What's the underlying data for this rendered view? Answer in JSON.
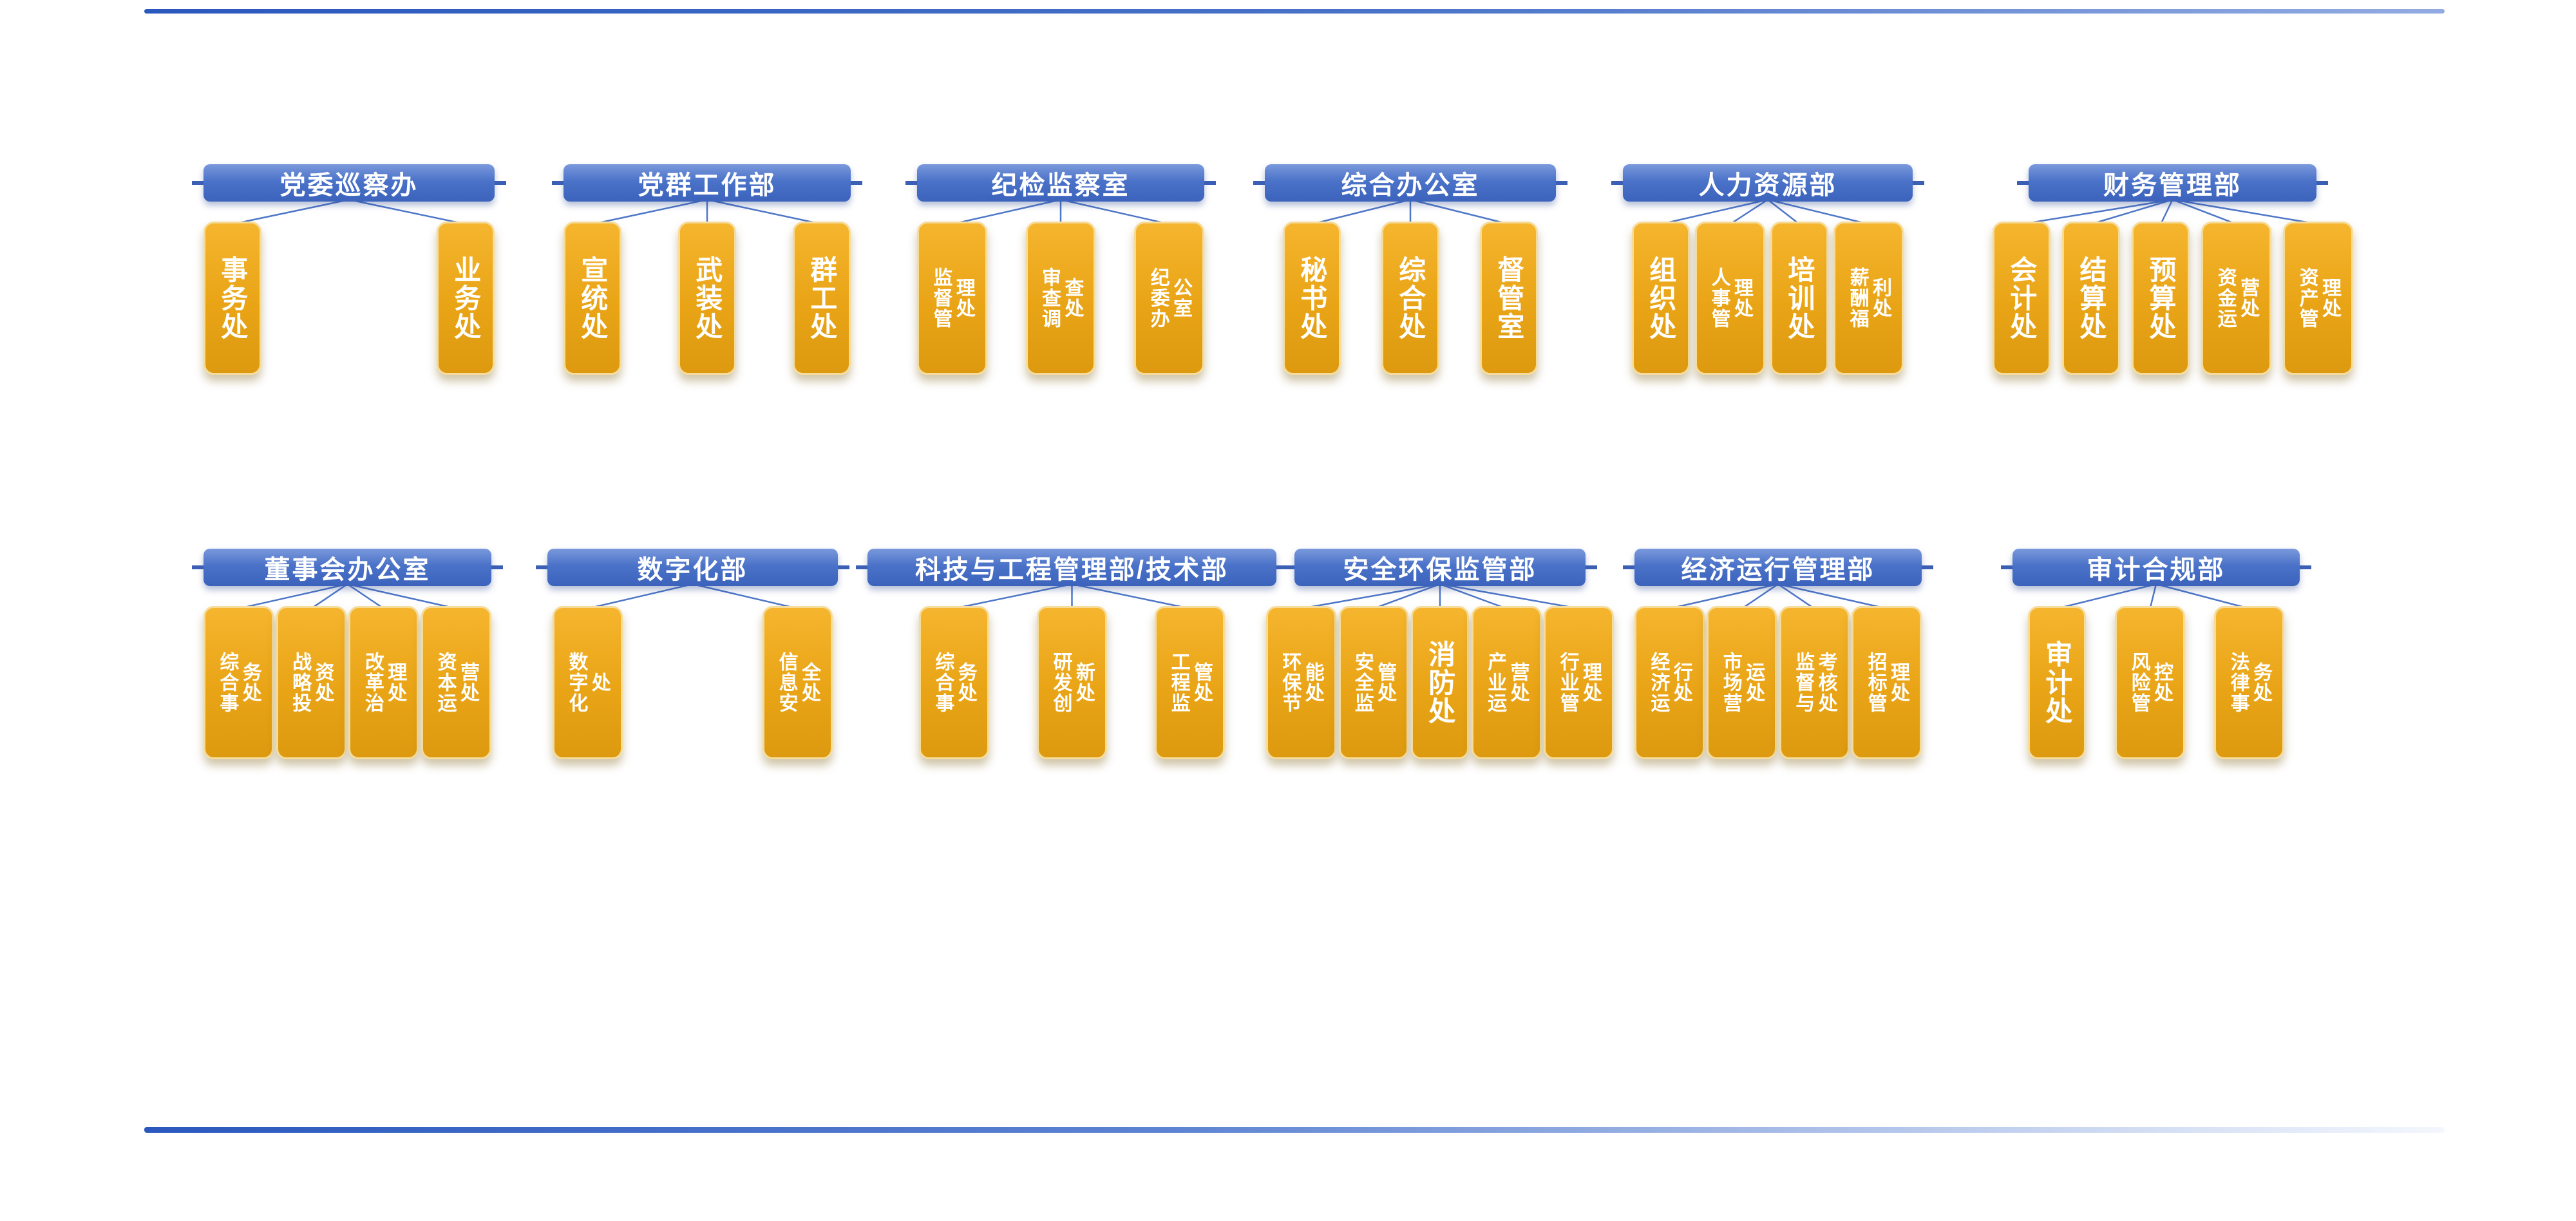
{
  "colors": {
    "header_blue": "#4a72c8",
    "header_blue_dark": "#3a5fb5",
    "box_gold": "#eda61c",
    "box_border": "#f6dc9a",
    "connector_blue": "#4f77c8",
    "label_text": "#ffffff",
    "background": "#ffffff"
  },
  "groups": [
    {
      "title": "党委巡察办",
      "children": [
        "事务处",
        "业务处"
      ]
    },
    {
      "title": "党群工作部",
      "children": [
        "宣统处",
        "武装处",
        "群工处"
      ]
    },
    {
      "title": "纪检监察室",
      "children": [
        "监督管理处",
        "审查调查处",
        "纪委办公室"
      ]
    },
    {
      "title": "综合办公室",
      "children": [
        "秘书处",
        "综合处",
        "督管室"
      ]
    },
    {
      "title": "人力资源部",
      "children": [
        "组织处",
        "人事管理处",
        "培训处",
        "薪酬福利处"
      ]
    },
    {
      "title": "财务管理部",
      "children": [
        "会计处",
        "结算处",
        "预算处",
        "资金运营处",
        "资产管理处"
      ]
    },
    {
      "title": "董事会办公室",
      "children": [
        "综合事务处",
        "战略投资处",
        "改革治理处",
        "资本运营处"
      ]
    },
    {
      "title": "数字化部",
      "children": [
        "数字化处",
        "信息安全处"
      ]
    },
    {
      "title": "科技与工程管理部/技术部",
      "children": [
        "综合事务处",
        "研发创新处",
        "工程监管处"
      ]
    },
    {
      "title": "安全环保监管部",
      "children": [
        "环保节能处",
        "安全监管处",
        "消防处",
        "产业运营处",
        "行业管理处"
      ]
    },
    {
      "title": "经济运行管理部",
      "children": [
        "经济运行处",
        "市场营运处",
        "监督与考核处",
        "招标管理处"
      ]
    },
    {
      "title": "审计合规部",
      "children": [
        "审计处",
        "风险管控处",
        "法律事务处"
      ]
    }
  ]
}
